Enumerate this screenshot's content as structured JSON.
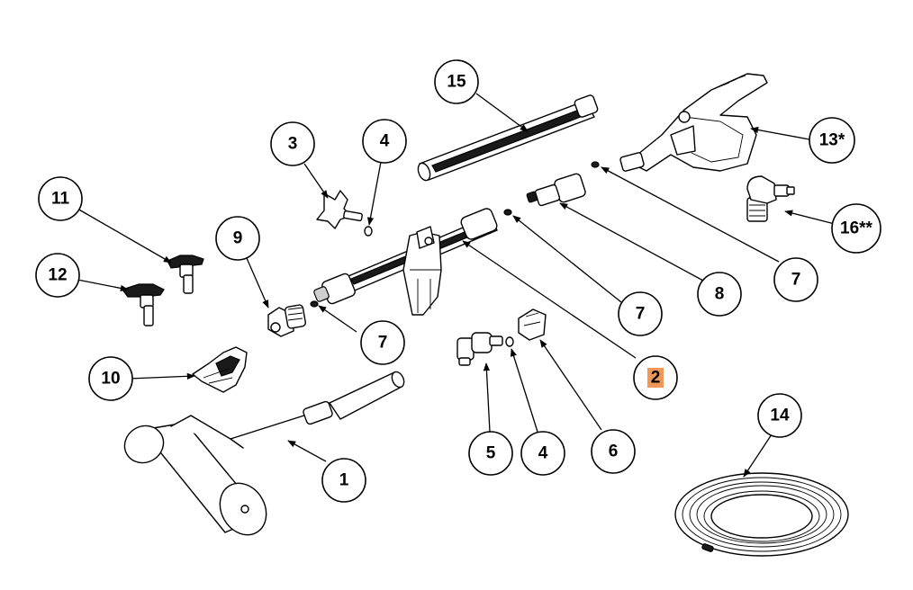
{
  "callouts": [
    {
      "id": "c1",
      "label": "1"
    },
    {
      "id": "c2",
      "label": "2",
      "highlight": "#e87722"
    },
    {
      "id": "c3",
      "label": "3"
    },
    {
      "id": "c4a",
      "label": "4"
    },
    {
      "id": "c4b",
      "label": "4"
    },
    {
      "id": "c5",
      "label": "5"
    },
    {
      "id": "c6",
      "label": "6"
    },
    {
      "id": "c7a",
      "label": "7"
    },
    {
      "id": "c7b",
      "label": "7"
    },
    {
      "id": "c7c",
      "label": "7"
    },
    {
      "id": "c8",
      "label": "8"
    },
    {
      "id": "c9",
      "label": "9"
    },
    {
      "id": "c10",
      "label": "10"
    },
    {
      "id": "c11",
      "label": "11"
    },
    {
      "id": "c12",
      "label": "12"
    },
    {
      "id": "c13",
      "label": "13*"
    },
    {
      "id": "c14",
      "label": "14"
    },
    {
      "id": "c15",
      "label": "15"
    },
    {
      "id": "c16",
      "label": "16**"
    }
  ]
}
